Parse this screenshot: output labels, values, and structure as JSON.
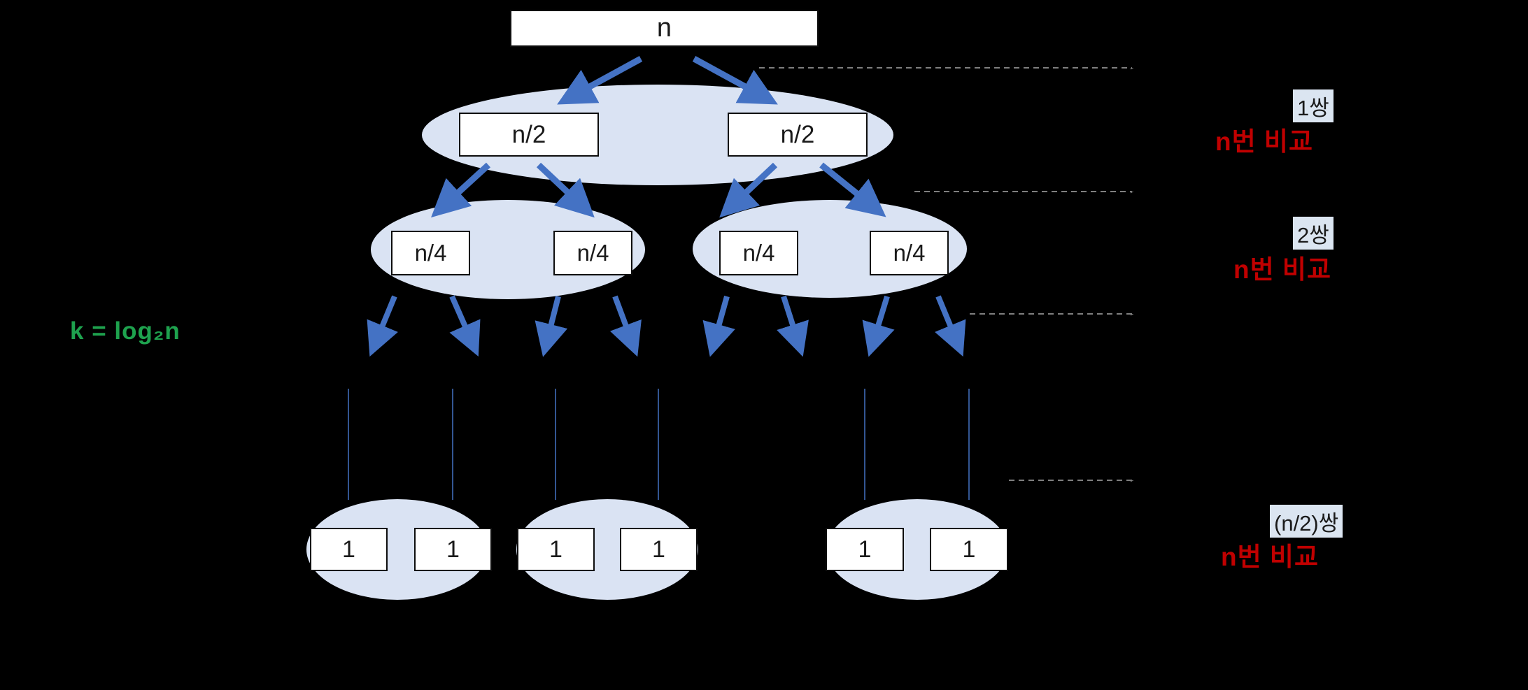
{
  "diagram": {
    "description_visible_text_only": true,
    "nodes": {
      "root": "n",
      "half": "n/2",
      "quarter": "n/4",
      "leaf": "1"
    },
    "formula": "k = log₂n",
    "levels": [
      {
        "pair": "1쌍",
        "comparisons": "n번 비교"
      },
      {
        "pair": "2쌍",
        "comparisons": "n번 비교"
      },
      {
        "pair": "(n/2)쌍",
        "comparisons": "n번 비교"
      }
    ],
    "colors": {
      "background": "#000000",
      "arrow_blue": "#4472C4",
      "ellipse_fill": "#DAE3F3",
      "dashed_gray": "#7F7F7F",
      "comparison_red": "#C00000",
      "formula_green": "#1EA24E",
      "pair_highlight": "#DBE5F1",
      "node_fill": "#FFFFFF",
      "node_border": "#0D0D0D"
    }
  }
}
